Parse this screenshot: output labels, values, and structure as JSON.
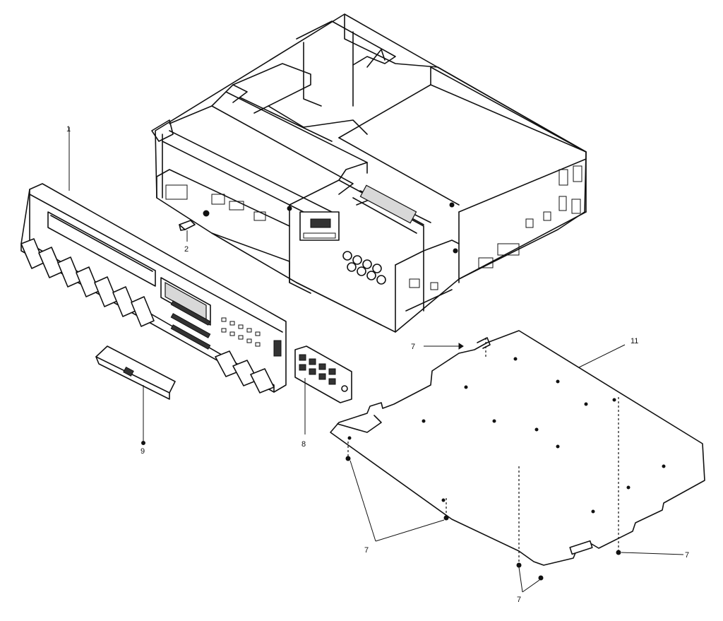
{
  "callouts": {
    "front_panel": "1",
    "knob": "2",
    "door_cover": "9",
    "button_strip": "8",
    "screw_top": "7",
    "bottom_plate": "11",
    "screws_left": "7",
    "screw_right": "7",
    "screws_bottom": "7"
  }
}
